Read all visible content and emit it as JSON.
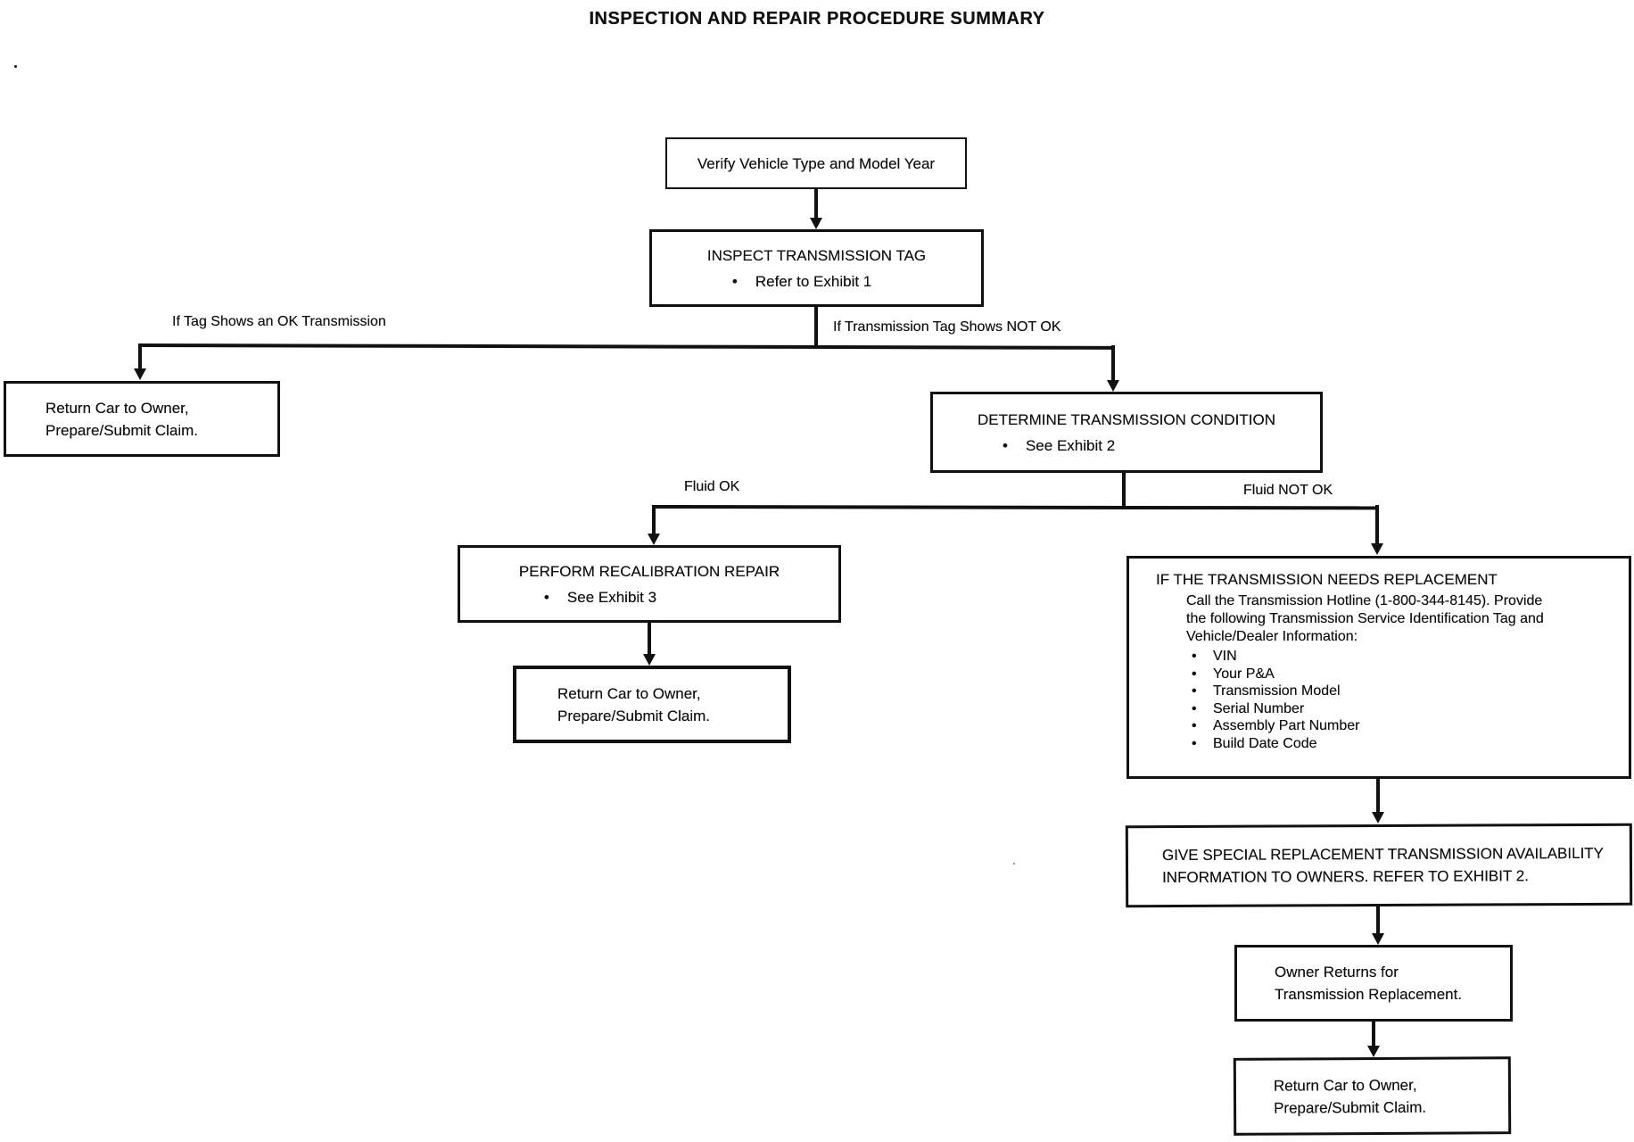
{
  "title": "INSPECTION AND REPAIR PROCEDURE SUMMARY",
  "colors": {
    "ink": "#111111",
    "paper": "#ffffff"
  },
  "nodes": {
    "verify": {
      "text": "Verify Vehicle Type and Model Year"
    },
    "inspect": {
      "heading": "INSPECT TRANSMISSION TAG",
      "bullet": "Refer to Exhibit 1"
    },
    "return_left": {
      "line1": "Return Car to Owner,",
      "line2": "Prepare/Submit Claim."
    },
    "determine": {
      "heading": "DETERMINE TRANSMISSION CONDITION",
      "bullet": "See Exhibit 2"
    },
    "recalibration": {
      "heading": "PERFORM RECALIBRATION REPAIR",
      "bullet": "See Exhibit 3"
    },
    "return_mid": {
      "line1": "Return Car to Owner,",
      "line2": "Prepare/Submit Claim."
    },
    "replacement": {
      "heading": "IF THE TRANSMISSION NEEDS REPLACEMENT",
      "body_lines": [
        "Call the Transmission Hotline (1-800-344-8145).  Provide",
        "the following Transmission Service Identification Tag and",
        "Vehicle/Dealer Information:"
      ],
      "bullets": [
        "VIN",
        "Your P&A",
        "Transmission Model",
        "Serial Number",
        "Assembly Part Number",
        "Build Date Code"
      ]
    },
    "give_info": {
      "line1": "GIVE SPECIAL REPLACEMENT TRANSMISSION AVAILABILITY",
      "line2": "INFORMATION TO OWNERS.  REFER TO EXHIBIT 2."
    },
    "owner_returns": {
      "line1": "Owner Returns for",
      "line2": "Transmission Replacement."
    },
    "return_final": {
      "line1": "Return Car to Owner,",
      "line2": "Prepare/Submit Claim."
    }
  },
  "edge_labels": {
    "tag_ok": "If Tag Shows an OK Transmission",
    "tag_not_ok": "If Transmission Tag Shows NOT OK",
    "fluid_ok": "Fluid OK",
    "fluid_not_ok": "Fluid NOT OK"
  }
}
